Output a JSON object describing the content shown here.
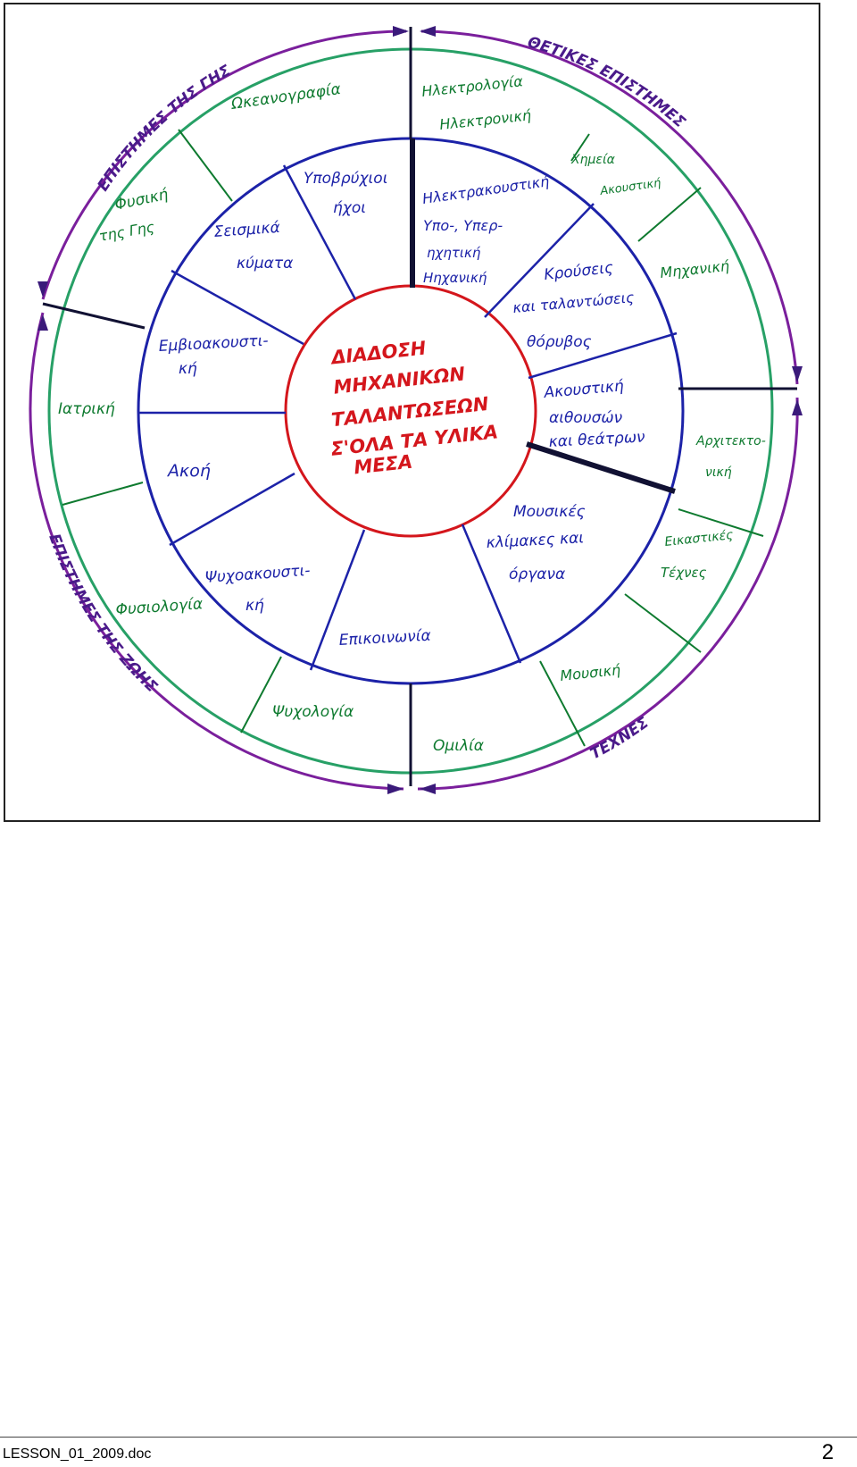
{
  "diagram": {
    "center": [
      "ΔΙΑΔΟΣΗ",
      "ΜΗΧΑΝΙΚΩΝ",
      "ΤΑΛΑΝΤΩΣΕΩΝ",
      "Σ'ΟΛΑ ΤΑ ΥΛΙΚΑ",
      "ΜΕΣΑ"
    ],
    "inner_ring": [
      [
        "Υποβρύχιοι",
        "ήχοι"
      ],
      [
        "Ηλεκτρακουστική",
        "Υπο-, Υπερ-",
        "ηχητική",
        "Ηηχανική"
      ],
      [
        "Κρούσεις",
        "και ταλαντώσεις",
        "θόρυβος"
      ],
      [
        "Ακουστική",
        "αιθουσών",
        "και θεάτρων"
      ],
      [
        "Μουσικές",
        "κλίμακες και",
        "όργανα"
      ],
      [
        "Επικοινωνία"
      ],
      [
        "Ψυχοακουστι-",
        "κή"
      ],
      [
        "Ακοή"
      ],
      [
        "Εμβιοακουστι-",
        "κή"
      ],
      [
        "Σεισμικά",
        "κύματα"
      ]
    ],
    "outer_ring": [
      [
        "Ηλεκτρολογία",
        "Ηλεκτρονική"
      ],
      [
        "Χημεία",
        "Ακουστική"
      ],
      [
        "Μηχανική"
      ],
      [
        "Αρχιτεκτο-",
        "νική"
      ],
      [
        "Εικαστικές",
        "Τέχνες"
      ],
      [
        "Μουσική"
      ],
      [
        "Ομιλία"
      ],
      [
        "Ψυχολογία"
      ],
      [
        "Φυσιολογία"
      ],
      [
        "Ιατρική"
      ],
      [
        "Φυσική",
        "της Γης"
      ],
      [
        "Ωκεανογραφία"
      ]
    ],
    "arcs": {
      "top_left": "ΕΠΙΣΤΗΜΕΣ ΤΗΣ ΓΗΣ",
      "top_right": "ΘΕΤΙΚΕΣ ΕΠΙΣΤΗΜΕΣ",
      "bottom_left": "ΕΠΙΣΤΗΜΕΣ ΤΗΣ ΖΩΗΣ",
      "bottom_right": "ΤΕΧΝΕΣ"
    },
    "colors": {
      "center": "#d4161c",
      "inner": "#1c22a8",
      "outer": "#0e7a2f",
      "outer_circle": "#27a066",
      "arc": "#7a1f9c",
      "divider": "#111133"
    }
  },
  "footer": {
    "filename": "LESSON_01_2009.doc",
    "page_number": "2"
  }
}
